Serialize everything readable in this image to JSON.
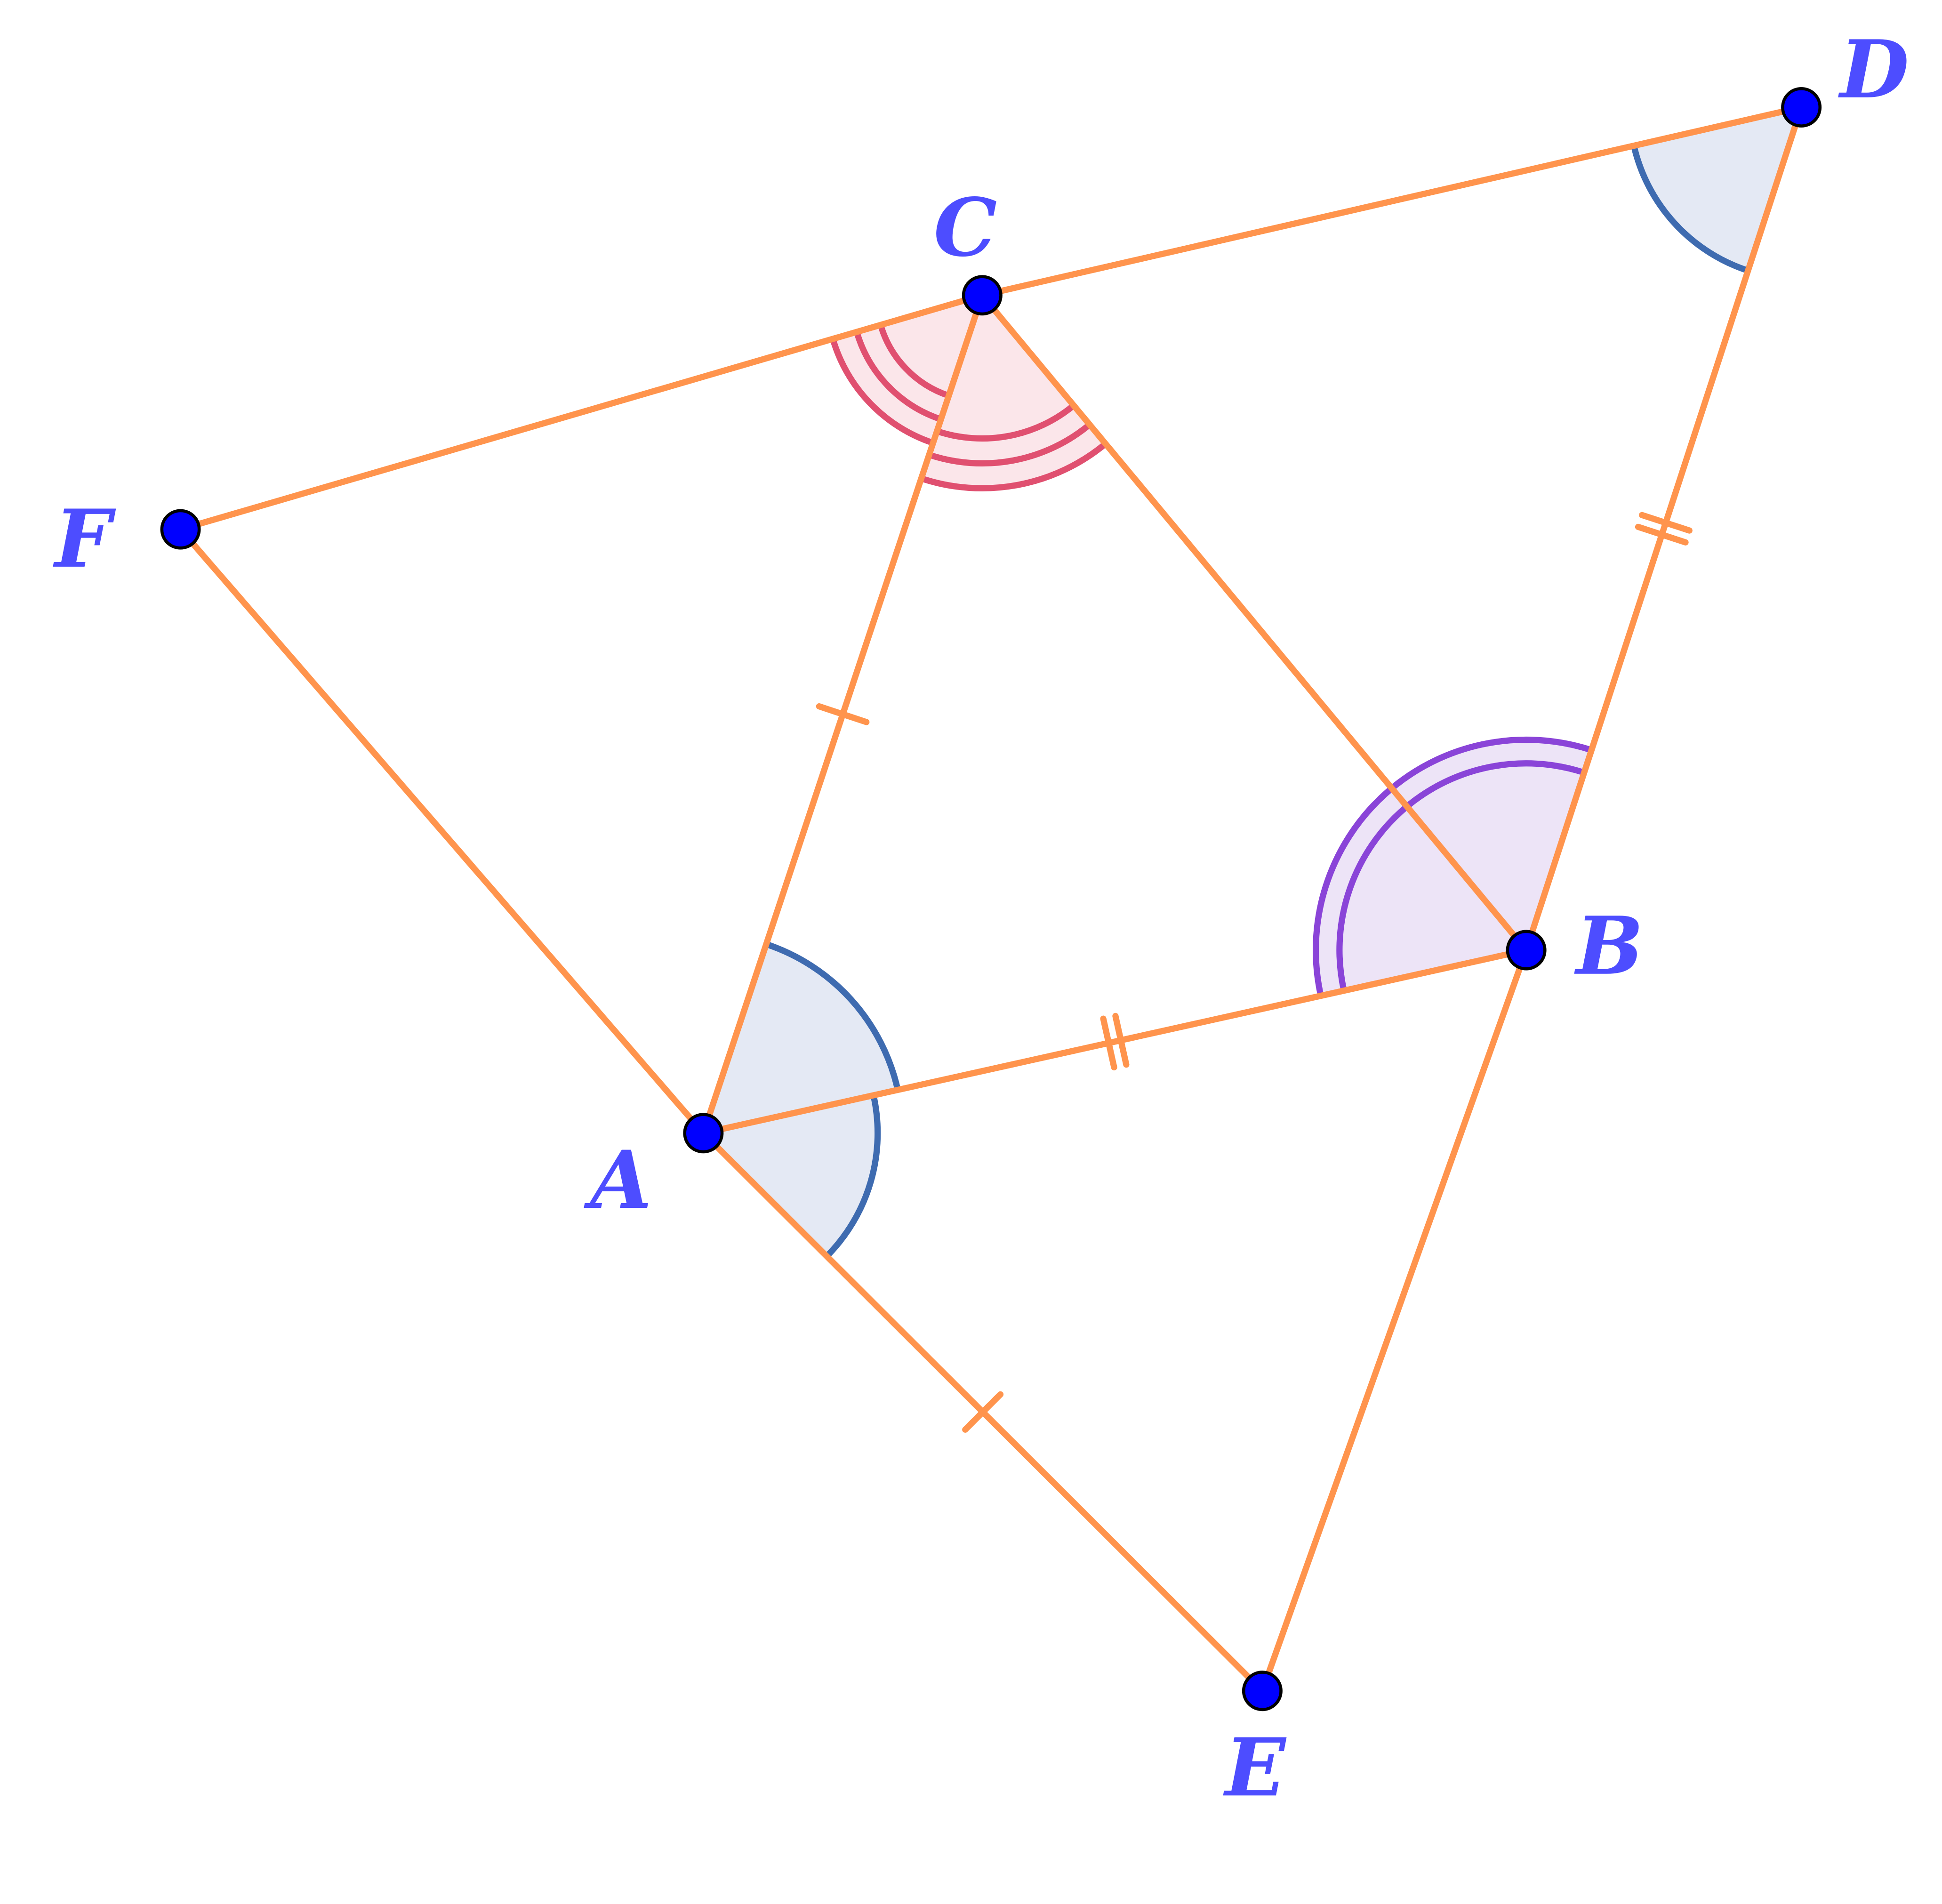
{
  "points": {
    "A": {
      "label": "A"
    },
    "B": {
      "label": "B"
    },
    "C": {
      "label": "C"
    },
    "D": {
      "label": "D"
    },
    "E": {
      "label": "E"
    },
    "F": {
      "label": "F"
    }
  },
  "colors": {
    "segment": "#ff944d",
    "label": "#4d4dff",
    "point_fill": "#0000ff",
    "angle_blue": "#3e6bb0",
    "angle_blue_fill": "#e4e9f4",
    "angle_red": "#e05070",
    "angle_red_fill": "#fbe6ea",
    "angle_purple": "#8a44d8",
    "angle_purple_fill": "#ede4f7"
  }
}
